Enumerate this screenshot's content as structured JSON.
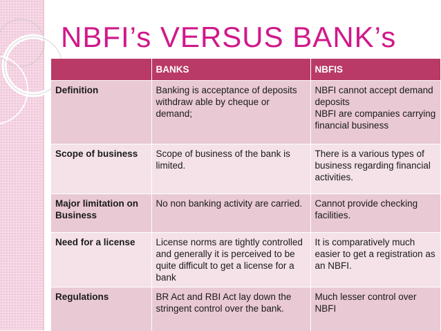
{
  "title": "NBFI’s  VERSUS  BANK’s",
  "table": {
    "headers": [
      "",
      "BANKS",
      "NBFIS"
    ],
    "rows": [
      {
        "label": "Definition",
        "banks": "Banking is acceptance of deposits withdraw able by cheque or demand;",
        "nbfis": "NBFI cannot accept demand deposits\nNBFI are companies carrying financial business"
      },
      {
        "label": "Scope of business",
        "banks": "Scope of business of the bank is limited.",
        "nbfis": "There is a various types of business regarding financial activities."
      },
      {
        "label": "Major limitation on Business",
        "banks": "No non banking activity are carried.",
        "nbfis": "Cannot provide checking facilities."
      },
      {
        "label": "Need for a license",
        "banks": "License norms are tightly controlled and generally it is perceived to be quite difficult to get a license for a bank",
        "nbfis": "It is comparatively much easier to get a registration as an NBFI."
      },
      {
        "label": "Regulations",
        "banks": "BR  Act and RBI Act lay down the stringent control over the bank.",
        "nbfis": "Much lesser control over NBFI"
      }
    ]
  },
  "colors": {
    "title": "#d1188a",
    "header": "#b93a66",
    "row_dark": "#e9c9d4",
    "row_light": "#f4e2e8",
    "band": "#f6d9e6"
  }
}
